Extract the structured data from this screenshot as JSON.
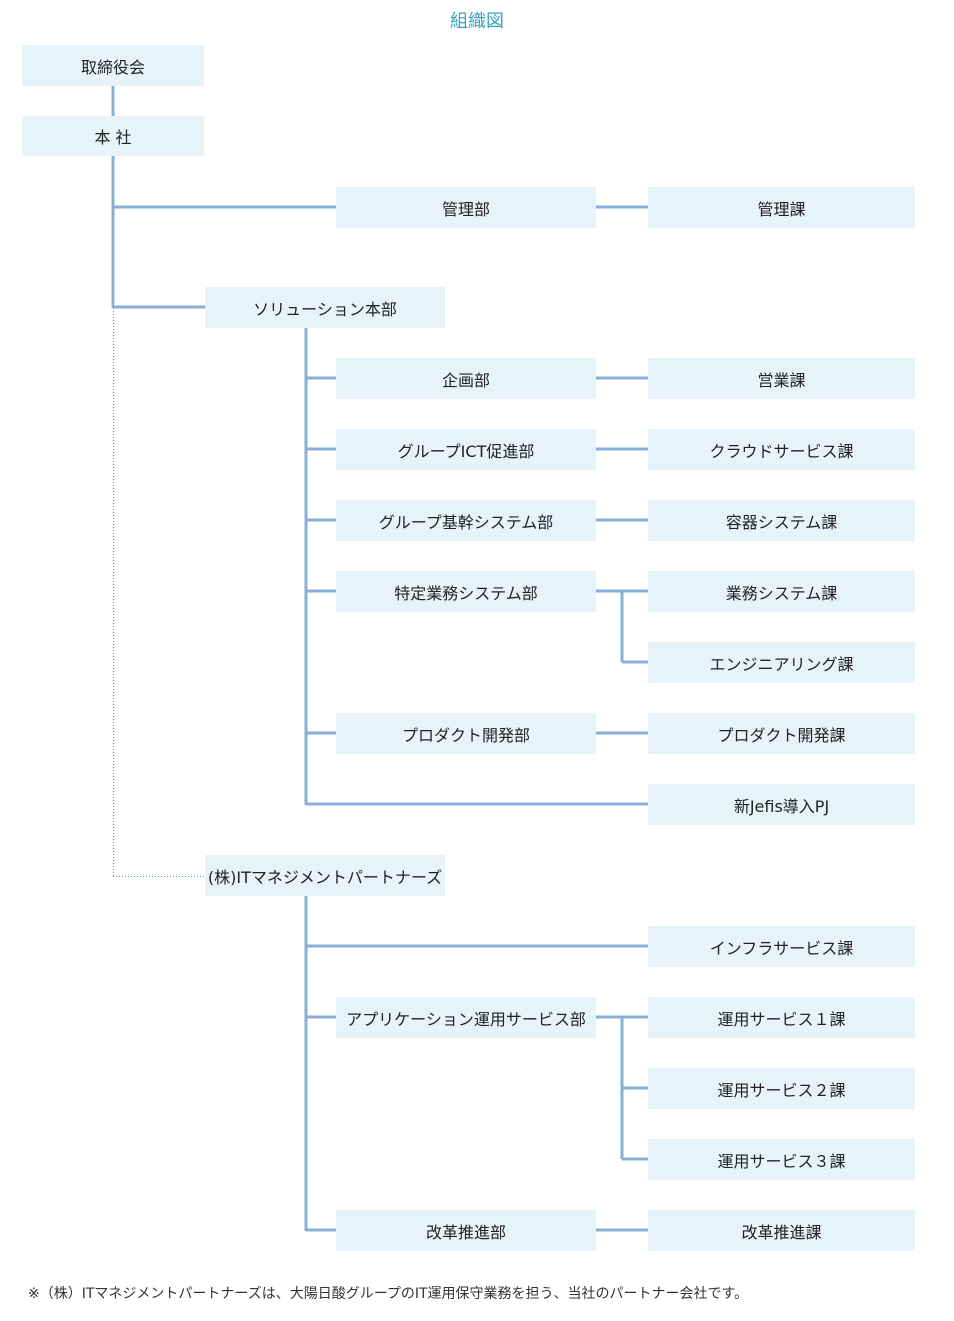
{
  "title": "組織図",
  "nodes": {
    "board": "取締役会",
    "head_office": "本 社",
    "admin_dept": "管理部",
    "admin_section": "管理課",
    "solution_hq": "ソリューション本部",
    "planning_dept": "企画部",
    "sales_section": "営業課",
    "group_ict_dept": "グループICT促進部",
    "cloud_section": "クラウドサービス課",
    "group_core_dept": "グループ基幹システム部",
    "container_section": "容器システム課",
    "specific_dept": "特定業務システム部",
    "business_sys_section": "業務システム課",
    "engineering_section": "エンジニアリング課",
    "product_dept": "プロダクト開発部",
    "product_section": "プロダクト開発課",
    "new_jefis_pj": "新Jefis導入PJ",
    "it_partners": "(株)ITマネジメントパートナーズ",
    "infra_section": "インフラサービス課",
    "app_ops_dept": "アプリケーション運用サービス部",
    "ops1_section": "運用サービス１課",
    "ops2_section": "運用サービス２課",
    "ops3_section": "運用サービス３課",
    "reform_dept": "改革推進部",
    "reform_section": "改革推進課"
  },
  "footnote": "※（株）ITマネジメントパートナーズは、大陽日酸グループのIT運用保守業務を担う、当社のパートナー会社です。",
  "colors": {
    "title": "#3aa3b8",
    "box_fill": "#e6f3f9",
    "line": "#8aaed6",
    "dotted_line": "#5a89c2"
  }
}
